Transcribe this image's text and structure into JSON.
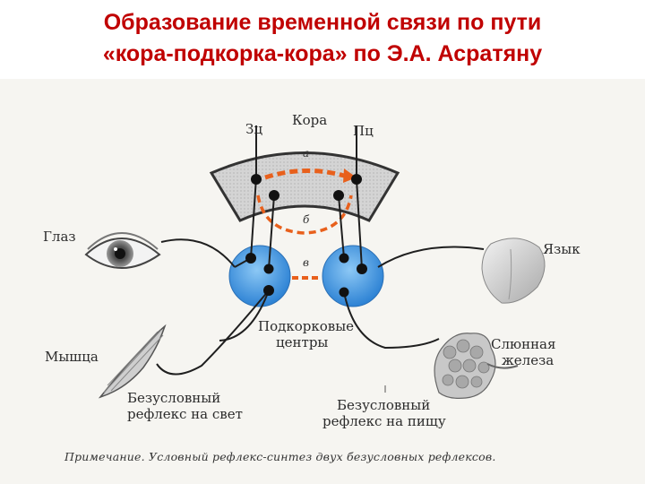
{
  "title": {
    "line1": "Образование временной связи по пути",
    "line2": "«кора-подкорка-кора» по Э.А. Асратяну"
  },
  "diagram": {
    "cortex": "Кора",
    "zc": "Зц",
    "pc": "Пц",
    "path_a": "а",
    "path_b": "б",
    "path_v": "в",
    "eye": "Глаз",
    "tongue": "Язык",
    "subcortical_line1": "Подкорковые",
    "subcortical_line2": "центры",
    "muscle": "Мышца",
    "gland_line1": "Слюнная",
    "gland_line2": "железа",
    "reflex_light_line1": "Безусловный",
    "reflex_light_line2": "рефлекс на свет",
    "reflex_food_line1": "Безусловный",
    "reflex_food_line2": "рефлекс на пищу",
    "note": "Примечание. Условный рефлекс-синтез двух безусловных рефлексов."
  },
  "colors": {
    "title": "#c00000",
    "path": "#e8601c",
    "centers": "#4a9ce0",
    "cortex_fill": "#dcdcdc"
  }
}
